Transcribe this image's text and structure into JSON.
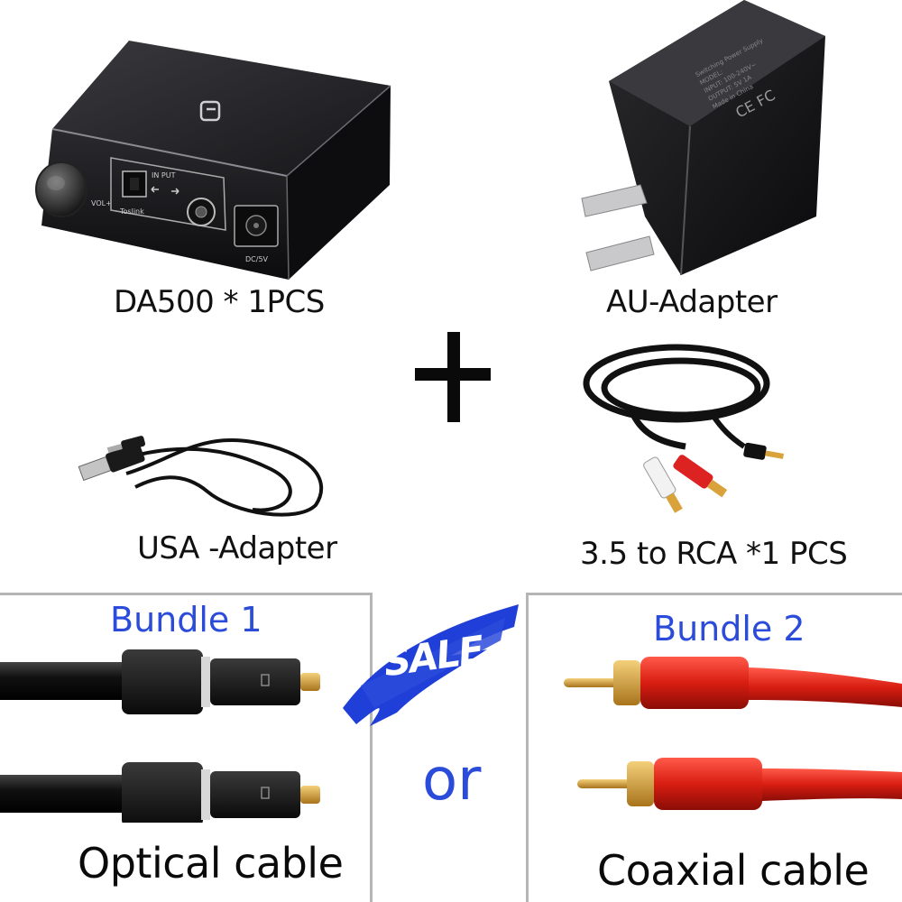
{
  "products": {
    "da500_label": "DA500 * 1PCS",
    "au_adapter_label": "AU-Adapter",
    "usa_adapter_label": "USA -Adapter",
    "rca_cable_label": "3.5 to RCA *1 PCS",
    "da500_panel": {
      "input_label": "IN PUT",
      "toslink_label": "Toslink",
      "vol_label": "VOL+",
      "dc_label": "DC/5V"
    },
    "adapter_print": [
      "Switching Power Supply",
      "MODEL:",
      "INPUT: 100-240V~",
      "OUTPUT: 5V 1A",
      "Made in China"
    ]
  },
  "plus_symbol": "+",
  "bundles": {
    "bundle1": {
      "title": "Bundle 1",
      "caption": "Optical cable"
    },
    "bundle2": {
      "title": "Bundle 2",
      "caption": "Coaxial cable"
    },
    "or_text": "or",
    "sale_text": "SALE"
  },
  "colors": {
    "bundle_title": "#2b4bdb",
    "sale_brush": "#1f3fd8",
    "or_text": "#2b4bdb",
    "border": "#b5b5b5",
    "coax_red": "#d81d12",
    "gold": "#d9a23a"
  }
}
